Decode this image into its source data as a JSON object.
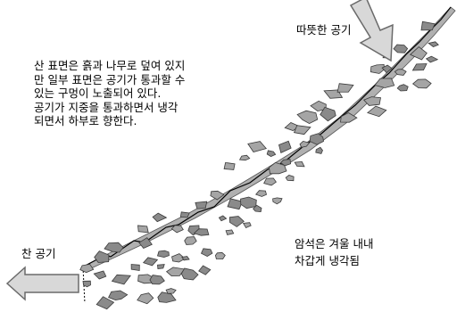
{
  "labels": {
    "warm_air": "따뜻한 공기",
    "cold_air": "찬 공기",
    "description": [
      "산 표면은 흙과 나무로 덮여 있지",
      "만 일부 표면은 공기가 통과할 수",
      "있는 구멍이 노출되어 있다.",
      "공기가 지중을 통과하면서 냉각",
      "되면서 하부로 향한다."
    ],
    "rock_note": [
      "암석은 겨울 내내",
      "차갑게 냉각됨"
    ]
  },
  "colors": {
    "line": "#000000",
    "rock_fill": "#8a8a8a",
    "rock_stroke": "#3a3a3a",
    "arrow_fill": "#d8d8d8",
    "arrow_stroke": "#6a6a6a",
    "surface_fill": "#9a9a9a"
  },
  "icons": {
    "warm_air": "arrow-down-left-icon",
    "cold_air": "arrow-left-icon"
  }
}
